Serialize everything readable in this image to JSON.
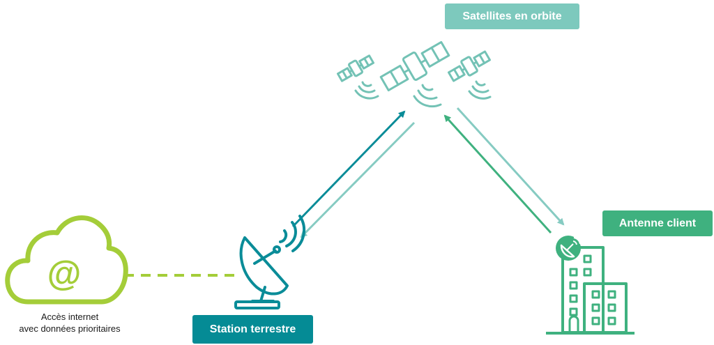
{
  "labels": {
    "satellites": "Satellites en orbite",
    "antenna": "Antenne client",
    "station": "Station terrestre",
    "cloud_line1": "Accès internet",
    "cloud_line2": "avec données prioritaires",
    "cloud_symbol": "@"
  },
  "colors": {
    "satellite_tag": "#7dc9bd",
    "antenna_tag": "#3fb17f",
    "station_tag": "#058b95",
    "cloud": "#a4cd39",
    "dish": "#0a8c98",
    "satellite_icon": "#73c2b5",
    "building": "#3fb17f",
    "arrow_teal": "#0a8c98",
    "arrow_light": "#86cbc2",
    "arrow_green": "#3fb17f"
  },
  "icons": [
    "satellite-icon",
    "satellite-dish-icon",
    "cloud-icon",
    "at-sign-icon",
    "building-icon",
    "dish-badge-icon"
  ]
}
